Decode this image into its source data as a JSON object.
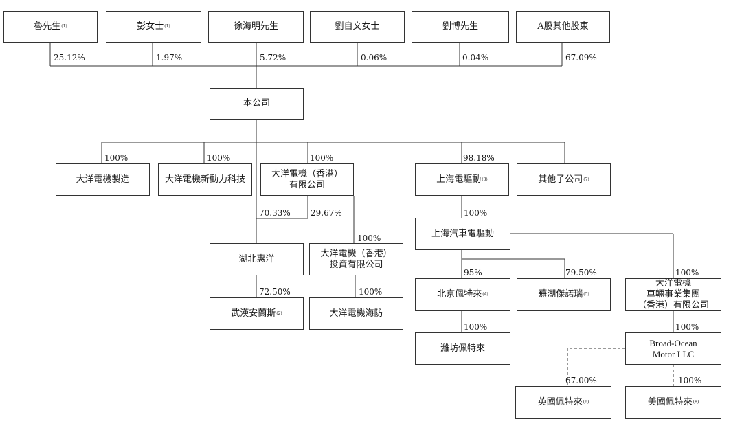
{
  "nodes": {
    "lu": {
      "label": "魯先生",
      "note": "(1)"
    },
    "peng": {
      "label": "彭女士",
      "note": "(1)"
    },
    "xu": {
      "label": "徐海明先生",
      "note": ""
    },
    "liuzw": {
      "label": "劉自文女士",
      "note": ""
    },
    "liubo": {
      "label": "劉博先生",
      "note": ""
    },
    "ashare": {
      "label": "A股其他股東",
      "note": ""
    },
    "company": {
      "label": "本公司",
      "note": ""
    },
    "dymfg": {
      "label": "大洋電機製造",
      "note": ""
    },
    "dynewpower": {
      "label": "大洋電機新動力科技",
      "note": ""
    },
    "dyhk": {
      "label": "大洋電機（香港）\n有限公司",
      "note": ""
    },
    "shdrive": {
      "label": "上海電驅動",
      "note": "(3)"
    },
    "othersubs": {
      "label": "其他子公司",
      "note": "(7)"
    },
    "shauto": {
      "label": "上海汽車電驅動",
      "note": ""
    },
    "hubei": {
      "label": "湖北惠洋",
      "note": ""
    },
    "dyhkinv": {
      "label": "大洋電機（香港）\n投資有限公司",
      "note": ""
    },
    "wuhan": {
      "label": "武漢安蘭斯",
      "note": "(2)"
    },
    "dyhaifang": {
      "label": "大洋電機海防",
      "note": ""
    },
    "bjprestolite": {
      "label": "北京佩特來",
      "note": "(4)"
    },
    "wuhu": {
      "label": "蕪湖傑諾瑞",
      "note": "(5)"
    },
    "dyvehicle": {
      "label": "大洋電機\n車輛事業集團\n（香港）有限公司",
      "note": ""
    },
    "weifang": {
      "label": "濰坊佩特來",
      "note": ""
    },
    "broad": {
      "label": "Broad-Ocean\nMotor LLC",
      "note": ""
    },
    "ukprestolite": {
      "label": "英國佩特來",
      "note": "(6)"
    },
    "usprestolite": {
      "label": "美國佩特來",
      "note": "(8)"
    }
  },
  "percentages": {
    "lu": "25.12%",
    "peng": "1.97%",
    "xu": "5.72%",
    "liuzw": "0.06%",
    "liubo": "0.04%",
    "ashare": "67.09%",
    "dymfg": "100%",
    "dynewpower": "100%",
    "dyhk": "100%",
    "shdrive": "98.18%",
    "hubei_company": "70.33%",
    "hubei_dyhk": "29.67%",
    "dyhkinv": "100%",
    "shauto": "100%",
    "wuhan": "72.50%",
    "dyhaifang": "100%",
    "bjprestolite": "95%",
    "wuhu": "79.50%",
    "dyvehicle": "100%",
    "weifang": "100%",
    "broad": "100%",
    "ukprestolite": "67.00%",
    "usprestolite": "100%"
  },
  "colors": {
    "line": "#333333",
    "text": "#1a1a1a"
  }
}
